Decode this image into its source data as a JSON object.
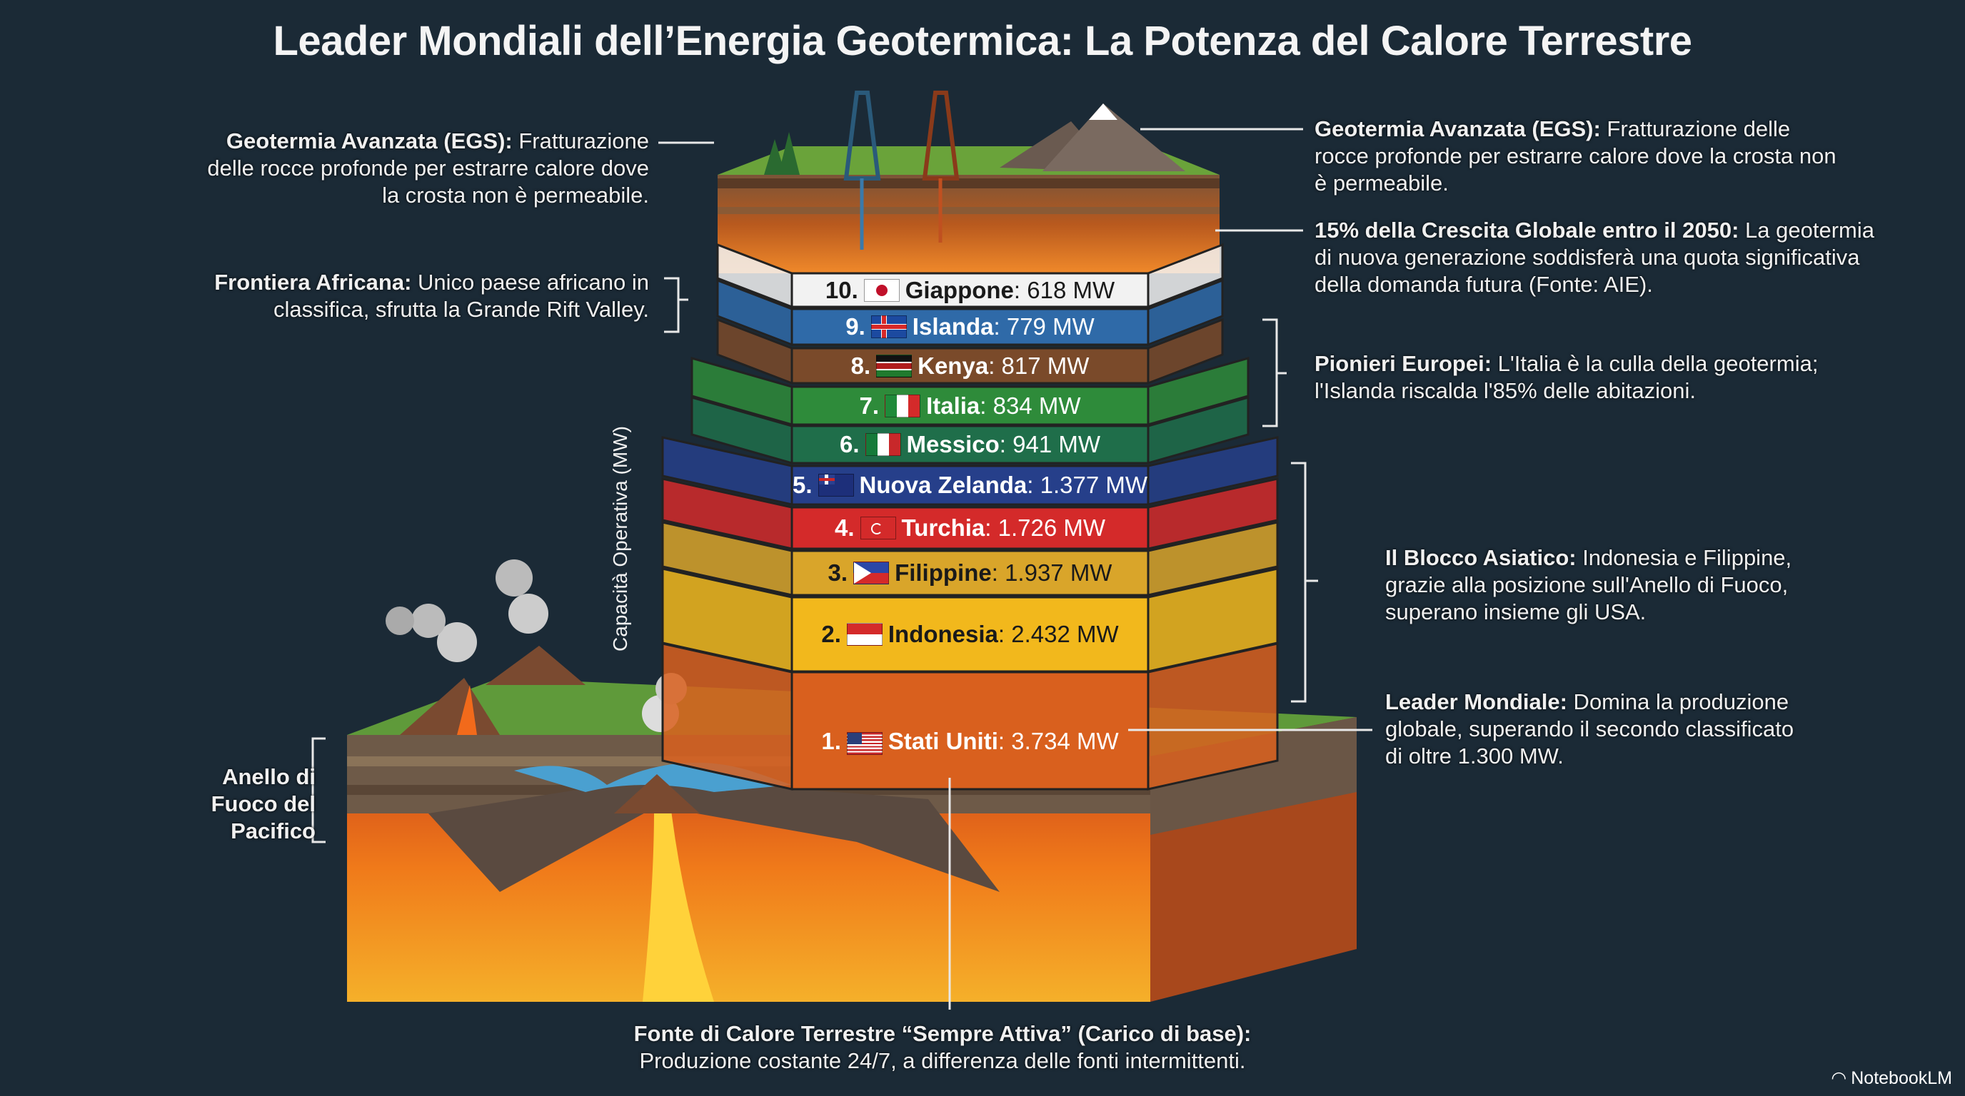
{
  "title": "Leader Mondiali dell’Energia Geotermica: La Potenza del Calore Terrestre",
  "axis_label": "Capacità Operativa (MW)",
  "ranking": [
    {
      "rank": "10.",
      "name": "Giappone",
      "value": ": 618 MW",
      "mw": 618,
      "flag": "japan-flag",
      "color": "#f2f2f2",
      "text_color": "#1a1a1a"
    },
    {
      "rank": "9.",
      "name": "Islanda",
      "value": ": 779 MW",
      "mw": 779,
      "flag": "iceland-flag",
      "color": "#2f6aa8",
      "text_color": "#ffffff"
    },
    {
      "rank": "8.",
      "name": "Kenya",
      "value": ": 817 MW",
      "mw": 817,
      "flag": "kenya-flag",
      "color": "#7a4a2a",
      "text_color": "#ffffff"
    },
    {
      "rank": "7.",
      "name": "Italia",
      "value": ": 834 MW",
      "mw": 834,
      "flag": "italy-flag",
      "color": "#2e8b3a",
      "text_color": "#ffffff"
    },
    {
      "rank": "6.",
      "name": "Messico",
      "value": ": 941 MW",
      "mw": 941,
      "flag": "mexico-flag",
      "color": "#1f6e4a",
      "text_color": "#ffffff"
    },
    {
      "rank": "5.",
      "name": "Nuova Zelanda",
      "value": ": 1.377 MW",
      "mw": 1377,
      "flag": "new-zealand-flag",
      "color": "#263f8a",
      "text_color": "#ffffff"
    },
    {
      "rank": "4.",
      "name": "Turchia",
      "value": ": 1.726 MW",
      "mw": 1726,
      "flag": "turkey-flag",
      "color": "#d42a2a",
      "text_color": "#ffffff"
    },
    {
      "rank": "3.",
      "name": "Filippine",
      "value": ": 1.937 MW",
      "mw": 1937,
      "flag": "philippines-flag",
      "color": "#d9a52a",
      "text_color": "#1a1a1a"
    },
    {
      "rank": "2.",
      "name": "Indonesia",
      "value": ": 2.432 MW",
      "mw": 2432,
      "flag": "indonesia-flag",
      "color": "#f2b81c",
      "text_color": "#1a1a1a"
    },
    {
      "rank": "1.",
      "name": "Stati Uniti",
      "value": ": 3.734 MW",
      "mw": 3734,
      "flag": "usa-flag",
      "color": "#d9601e",
      "text_color": "#ffffff"
    }
  ],
  "notes": {
    "egs_left": {
      "bold": "Geotermia Avanzata (EGS):",
      "text": " Fratturazione delle rocce profonde per estrarre calore dove la crosta non è permeabile."
    },
    "africa": {
      "bold": "Frontiera Africana:",
      "text": " Unico paese africano in classifica, sfrutta la Grande Rift Valley."
    },
    "ring_of_fire": {
      "bold": "Anello di Fuoco del Pacifico"
    },
    "egs_right": {
      "bold": "Geotermia Avanzata (EGS):",
      "text": " Fratturazione delle rocce profonde per estrarre calore dove la crosta non è permeabile."
    },
    "growth": {
      "bold": "15% della Crescita Globale entro il 2050:",
      "text": " La geotermia di nuova generazione soddisferà una quota significativa della domanda futura (Fonte: AIE)."
    },
    "europe": {
      "bold": "Pionieri Europei:",
      "text": " L'Italia è la culla della geotermia; l'Islanda riscalda l'85% delle abitazioni."
    },
    "asia": {
      "bold": "Il Blocco Asiatico:",
      "text": " Indonesia e Filippine, grazie alla posizione sull'Anello di Fuoco, superano insieme gli USA."
    },
    "leader": {
      "bold": "Leader Mondiale:",
      "text": " Domina la produzione globale, superando il secondo classificato di oltre 1.300 MW."
    },
    "baseload": {
      "bold": "Fonte di Calore Terrestre “Sempre Attiva” (Carico di base):",
      "text": "Produzione costante 24/7, a differenza delle fonti intermittenti."
    }
  },
  "brand": "NotebookLM",
  "colors": {
    "background": "#1b2a36",
    "lava": "#f26a1b",
    "crust": "#7a5a3a",
    "grass": "#6aa33a"
  }
}
